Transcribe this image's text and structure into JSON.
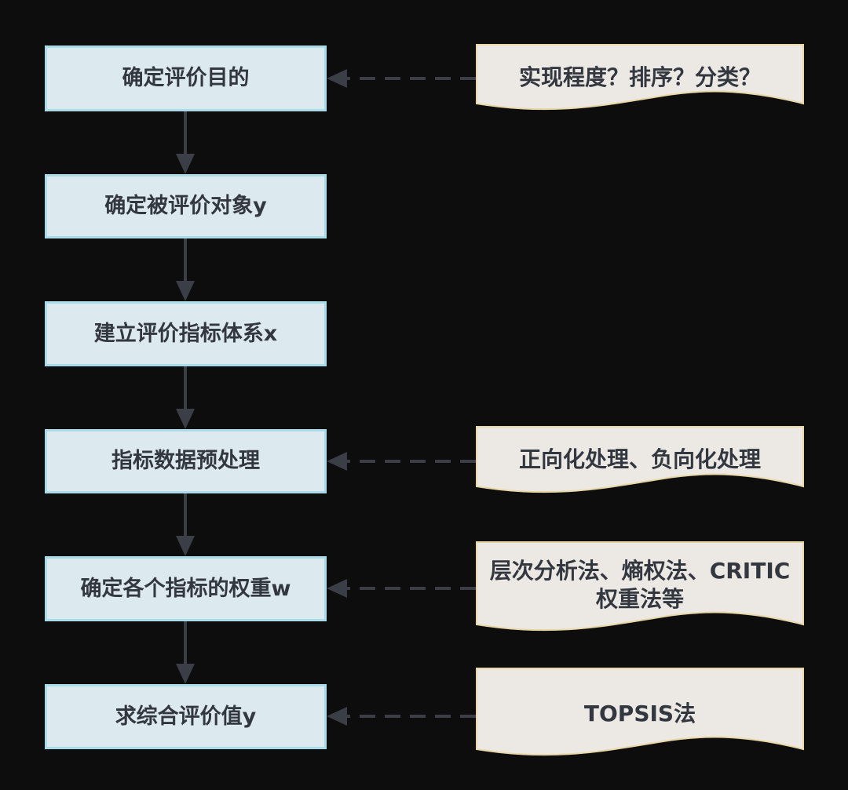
{
  "flow": {
    "steps": [
      "确定评价目的",
      "确定被评价对象y",
      "建立评价指标体系x",
      "指标数据预处理",
      "确定各个指标的权重w",
      "求综合评价值y"
    ]
  },
  "notes": [
    {
      "text": "实现程度？排序？分类？",
      "targets_step": 1
    },
    {
      "text": "正向化处理、负向化处理",
      "targets_step": 4
    },
    {
      "text": "层次分析法、熵权法、CRITIC权重法等",
      "targets_step": 5
    },
    {
      "text": "TOPSIS法",
      "targets_step": 6
    }
  ],
  "colors": {
    "background": "#0d0d0e",
    "box_fill": "#dce9ee",
    "box_border": "#a9dbe8",
    "note_fill": "#ece9e4",
    "note_border": "#e9d7a8",
    "arrow": "#3b3e46",
    "text": "#333740"
  }
}
